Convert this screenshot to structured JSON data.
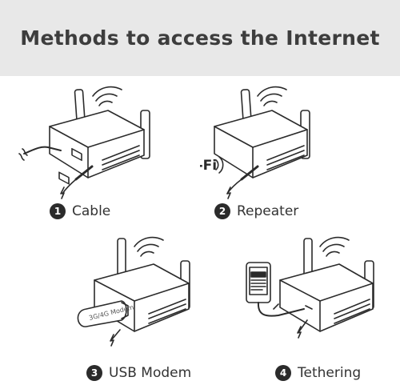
{
  "title": "Methods to access the Internet",
  "methods": [
    {
      "number": "1",
      "label": "Cable",
      "icon": "ethernet-cable-icon"
    },
    {
      "number": "2",
      "label": "Repeater",
      "icon": "wifi-icon",
      "wifi_text": "Wi-Fi"
    },
    {
      "number": "3",
      "label": "USB Modem",
      "icon": "usb-modem-icon",
      "modem_text": "3G/4G Modem"
    },
    {
      "number": "4",
      "label": "Tethering",
      "icon": "smartphone-icon"
    }
  ],
  "colors": {
    "banner": "#e8e8e8",
    "ink": "#2b2b2b",
    "router": "#ffffff"
  }
}
